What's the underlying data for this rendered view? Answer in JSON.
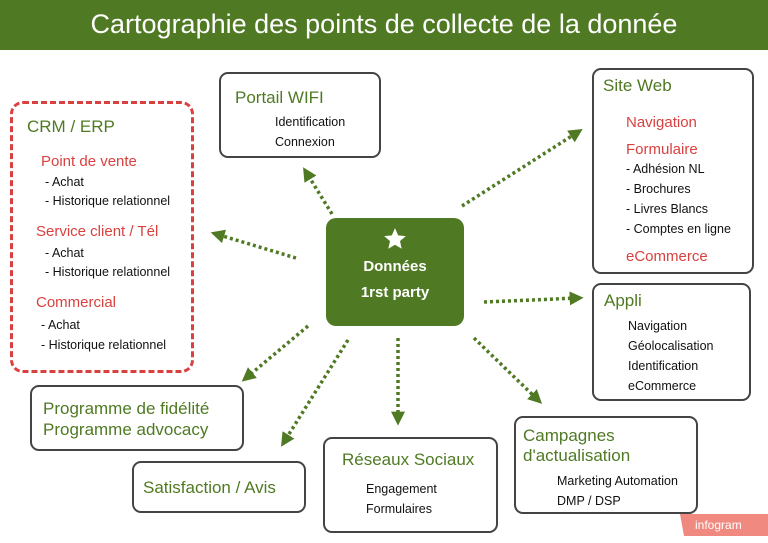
{
  "title": "Cartographie des points de collecte de la donnée",
  "center": {
    "line1": "Données",
    "line2": "1rst party"
  },
  "crm": {
    "title": "CRM / ERP",
    "groups": [
      {
        "name": "Point de vente",
        "items": [
          "- Achat",
          "- Historique relationnel"
        ]
      },
      {
        "name": "Service client / Tél",
        "items": [
          "- Achat",
          "- Historique relationnel"
        ]
      },
      {
        "name": "Commercial",
        "items": [
          "- Achat",
          "- Historique relationnel"
        ]
      }
    ]
  },
  "wifi": {
    "title": "Portail WIFI",
    "items": [
      "Identification",
      "Connexion"
    ]
  },
  "site": {
    "title": "Site Web",
    "nav": "Navigation",
    "form": "Formulaire",
    "items": [
      "- Adhésion NL",
      "- Brochures",
      "- Livres Blancs",
      "- Comptes en ligne"
    ],
    "ecom": "eCommerce"
  },
  "appli": {
    "title": "Appli",
    "items": [
      "Navigation",
      "Géolocalisation",
      "Identification",
      "eCommerce"
    ]
  },
  "campagnes": {
    "title1": "Campagnes",
    "title2": "d'actualisation",
    "items": [
      "Marketing Automation",
      "DMP / DSP"
    ]
  },
  "reseaux": {
    "title": "Réseaux Sociaux",
    "items": [
      "Engagement",
      "Formulaires"
    ]
  },
  "satisfaction": {
    "title": "Satisfaction / Avis"
  },
  "fidelite": {
    "line1": "Programme de fidélité",
    "line2": "Programme advocacy"
  },
  "logo": {
    "text": "infogram"
  },
  "colors": {
    "green": "#4f7a23",
    "red": "#d9413f"
  }
}
